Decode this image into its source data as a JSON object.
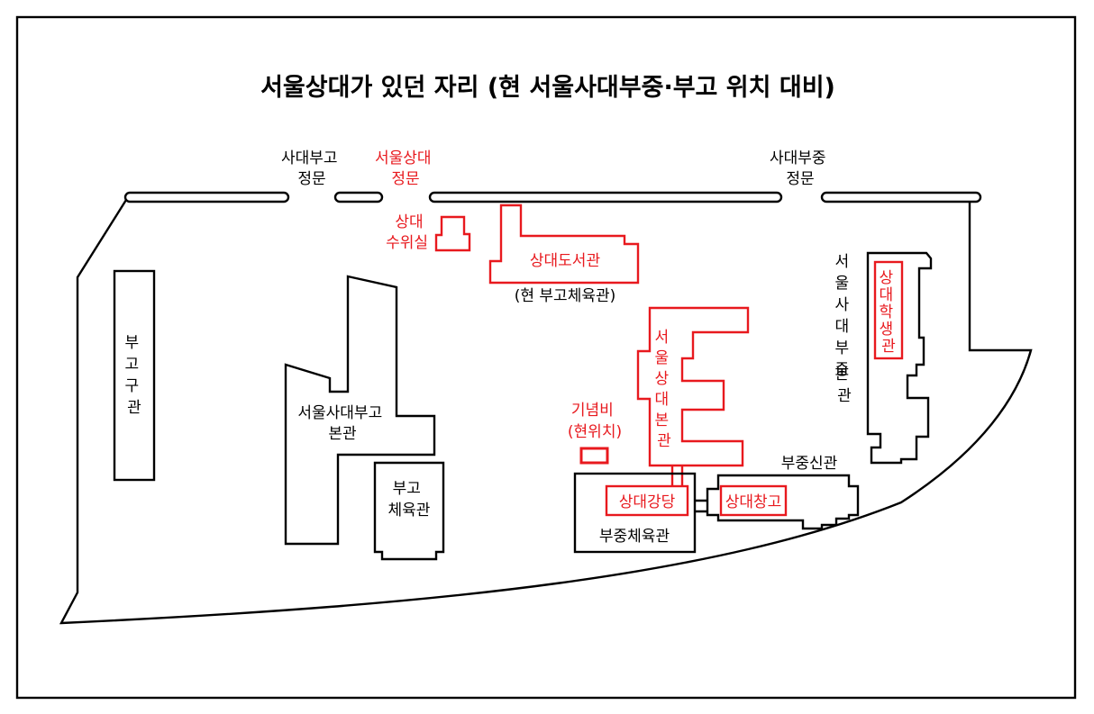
{
  "title": "서울상대가 있던 자리 (현 서울사대부중·부고 위치 대비)",
  "colors": {
    "existing": "#000000",
    "former_seoul_sangdae": "#e8191e",
    "background": "#ffffff"
  },
  "gates": {
    "sadae_bugo": [
      "사대부고",
      "정문"
    ],
    "seoul_sangdae": [
      "서울상대",
      "정문"
    ],
    "sadae_bujung": [
      "사대부중",
      "정문"
    ]
  },
  "buildings": {
    "bugo_gugwan": [
      "부",
      "고",
      "구",
      "관"
    ],
    "sadae_bugo_bongwan": [
      "서울사대부고",
      "본관"
    ],
    "bugo_gym": [
      "부고",
      "체육관"
    ],
    "sangdae_suwisil": [
      "상대",
      "수위실"
    ],
    "sangdae_library": "상대도서관",
    "sangdae_library_note": "(현 부고체육관)",
    "sangdae_bongwan": [
      "서",
      "울",
      "상",
      "대",
      "본",
      "관"
    ],
    "monument": [
      "기념비",
      "(현위치)"
    ],
    "sangdae_auditorium": "상대강당",
    "bujung_gym": "부중체육관",
    "bujung_singwan": "부중신관",
    "sangdae_warehouse": "상대창고",
    "sadae_bujung_bongwan": [
      "서",
      "울",
      "사",
      "대",
      "부",
      "중",
      "본",
      "관"
    ],
    "sangdae_student_hall": [
      "상",
      "대",
      "학",
      "생",
      "관"
    ]
  }
}
